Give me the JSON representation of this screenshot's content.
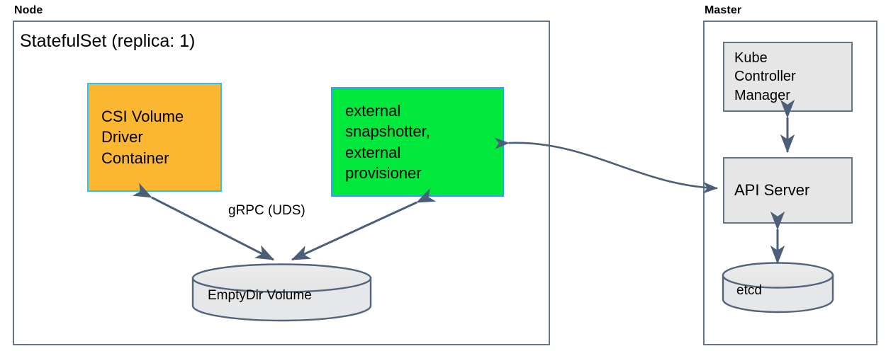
{
  "diagram": {
    "title_visible": false,
    "groups": [
      {
        "id": "node",
        "label": "Node",
        "title": "StatefulSet (replica: 1)"
      },
      {
        "id": "master",
        "label": "Master",
        "title": ""
      }
    ],
    "nodes": {
      "csi_driver": "CSI Volume\nDriver\nContainer",
      "external_controllers": "external\nsnapshotter,\nexternal\nprovisioner",
      "kube_controller_manager": "Kube\nController\nManager",
      "api_server": "API Server"
    },
    "cylinders": {
      "emptydir": "EmptyDir Volume",
      "etcd": "etcd"
    },
    "edges": {
      "grpc_uds": "gRPC (UDS)"
    },
    "colors": {
      "csi_fill": "#fbb731",
      "csi_border": "#27c4f5",
      "external_fill": "#00e83c",
      "external_border": "#27a4f5",
      "gray_fill": "#e6e6e6",
      "slate_border": "#66758c",
      "arrow": "#4c5f78",
      "text": "#000000",
      "background": "#ffffff"
    }
  }
}
